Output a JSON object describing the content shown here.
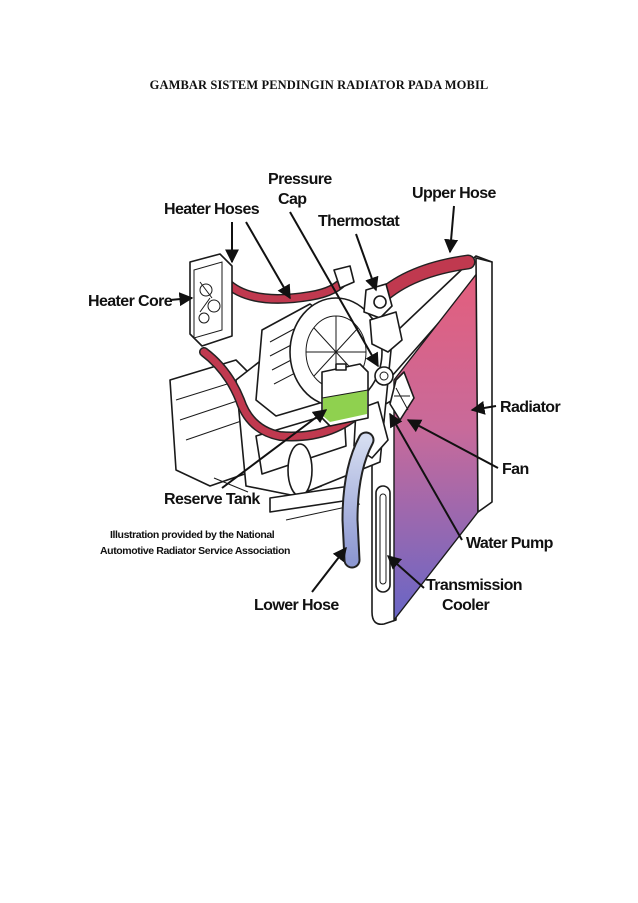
{
  "title": "GAMBAR SISTEM PENDINGIN RADIATOR PADA MOBIL",
  "labels": {
    "pressure_cap_1": "Pressure",
    "pressure_cap_2": "Cap",
    "heater_hoses": "Heater Hoses",
    "thermostat": "Thermostat",
    "upper_hose": "Upper Hose",
    "heater_core": "Heater Core",
    "radiator": "Radiator",
    "fan": "Fan",
    "reserve_tank": "Reserve Tank",
    "water_pump": "Water Pump",
    "lower_hose": "Lower Hose",
    "transmission_cooler_1": "Transmission",
    "transmission_cooler_2": "Cooler"
  },
  "credit": {
    "line1": "Illustration provided by the National",
    "line2": "Automotive Radiator Service Association"
  },
  "colors": {
    "hot_coolant": "#c0394f",
    "radiator_top": "#e05a78",
    "radiator_bottom": "#6d6bc4",
    "cool_coolant": "#9aa6d8",
    "reserve_fluid": "#8fd14f"
  }
}
